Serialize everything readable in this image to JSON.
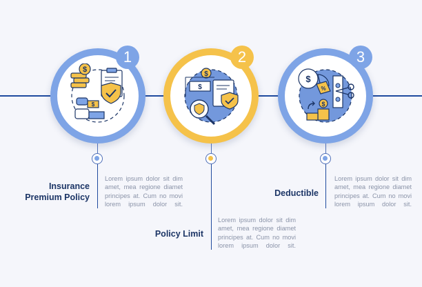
{
  "steps": [
    {
      "number": "1",
      "title_line1": "Insurance",
      "title_line2": "Premium Policy",
      "description": "Lorem ipsum dolor sit dim amet, mea regione diamet principes at. Cum no movi lorem ipsum dolor sit.",
      "accent": "#7ea4e6",
      "icon": "insurance-premium-icon"
    },
    {
      "number": "2",
      "title_line1": "Policy Limit",
      "title_line2": "",
      "description": "Lorem ipsum dolor sit dim amet, mea regione diamet principes at. Cum no movi lorem ipsum dolor sit.",
      "accent": "#f5c24a",
      "icon": "policy-limit-icon"
    },
    {
      "number": "3",
      "title_line1": "Deductible",
      "title_line2": "",
      "description": "Lorem ipsum dolor sit dim amet, mea regione diamet principes at. Cum no movi lorem ipsum dolor sit.",
      "accent": "#7ea4e6",
      "icon": "deductible-icon"
    }
  ],
  "colors": {
    "navy": "#1f4a9e",
    "blue_accent": "#7ea4e6",
    "yellow_accent": "#f5c24a",
    "inner_blue": "#5b86d6"
  }
}
